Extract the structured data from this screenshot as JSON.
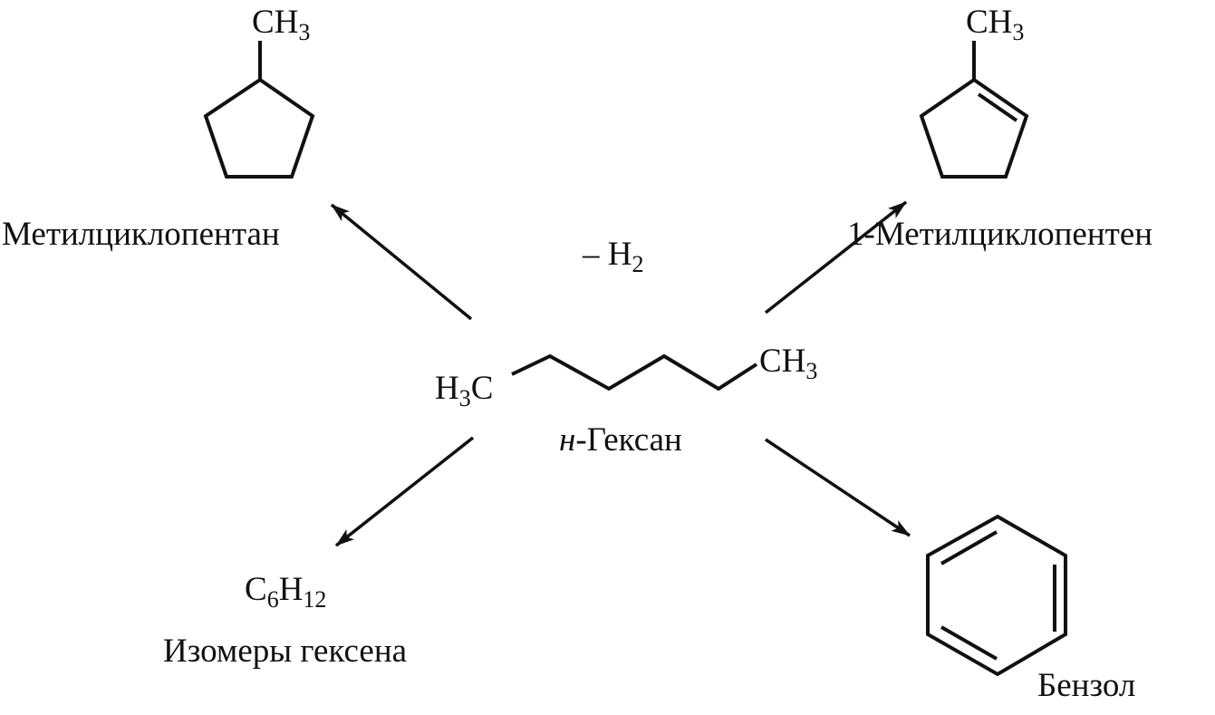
{
  "reactant": {
    "left_group": {
      "main1": "H",
      "sub": "3",
      "main2": "C"
    },
    "right_group": {
      "main": "CH",
      "sub": "3"
    },
    "name_prefix": "н",
    "name_rest": "-Гексан"
  },
  "condition": {
    "prefix": "– H",
    "sub": "2"
  },
  "products": {
    "methylcyclopentane": {
      "substituent": {
        "main": "CH",
        "sub": "3"
      },
      "name": "Метилциклопентан"
    },
    "methylcyclopentene": {
      "substituent": {
        "main": "CH",
        "sub": "3"
      },
      "name": "1-Метилциклопентен"
    },
    "hexene_isomers": {
      "formula": {
        "c": "C",
        "c_sub": "6",
        "h": "H",
        "h_sub": "12"
      },
      "name": "Изомеры гексена"
    },
    "benzene": {
      "name": "Бензол"
    }
  }
}
